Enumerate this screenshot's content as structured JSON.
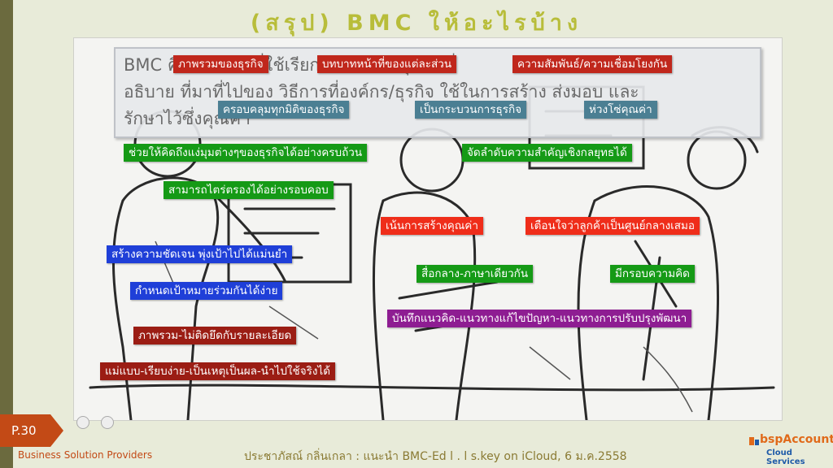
{
  "slide": {
    "title": "(สรุป) BMC ให้อะไรบ้าง",
    "page_label": "P.30"
  },
  "panel": {
    "line1": "BMC คือ model ที่ใช้เรียกแทนการ...ธุรกิจ ที่",
    "line2": "อธิบาย ที่มาที่ไปของ วิธีการที่องค์กร/ธุรกิจ ใช้ในการสร้าง ส่งมอบ และ",
    "line3": "รักษาไว้ซึ่งคุณค่า"
  },
  "tags": {
    "t1": "ภาพรวมของธุรกิจ",
    "t2": "บทบาทหน้าที่ของแต่ละส่วน",
    "t3": "ความสัมพันธ์/ความเชื่อมโยงกัน",
    "t4": "ครอบคลุมทุกมิติของธุรกิจ",
    "t5": "เป็นกระบวนการธุรกิจ",
    "t6": "ห่วงโซ่คุณค่า",
    "t7": "ช่วยให้คิดถึงแง่มุมต่างๆของธุรกิจได้อย่างครบถ้วน",
    "t8": "จัดลำดับความสำคัญเชิงกลยุทธได้",
    "t9": "สามารถไตร่ตรองได้อย่างรอบคอบ",
    "t10": "เน้นการสร้างคุณค่า",
    "t11": "เตือนใจว่าลูกค้าเป็นศูนย์กลางเสมอ",
    "t12": "สร้างความชัดเจน พุ่งเป้าไปได้แม่นยำ",
    "t13": "สื่อกลาง-ภาษาเดียวกัน",
    "t14": "มีกรอบความคิด",
    "t15": "กำหนดเป้าหมายร่วมกันได้ง่าย",
    "t16": "บันทึกแนวคิด-แนวทางแก้ไขปัญหา-แนวทางการปรับปรุงพัฒนา",
    "t17": "ภาพรวม-ไม่ติดยึดกับรายละเอียด",
    "t18": "แม่แบบ-เรียบง่าย-เป็นเหตุเป็นผล-นำไปใช้จริงได้"
  },
  "footer": {
    "left": "Business Solution Providers",
    "center": "ประชาภัสณ์ กลิ่นเกลา : แนะนำ BMC-Ed l . l s.key on iCloud, 6 ม.ค.2558",
    "logo_main": "bspAccount",
    "logo_sub": "Cloud Services"
  },
  "colors": {
    "title": "#b8bd3a",
    "accent": "#c34a16"
  }
}
